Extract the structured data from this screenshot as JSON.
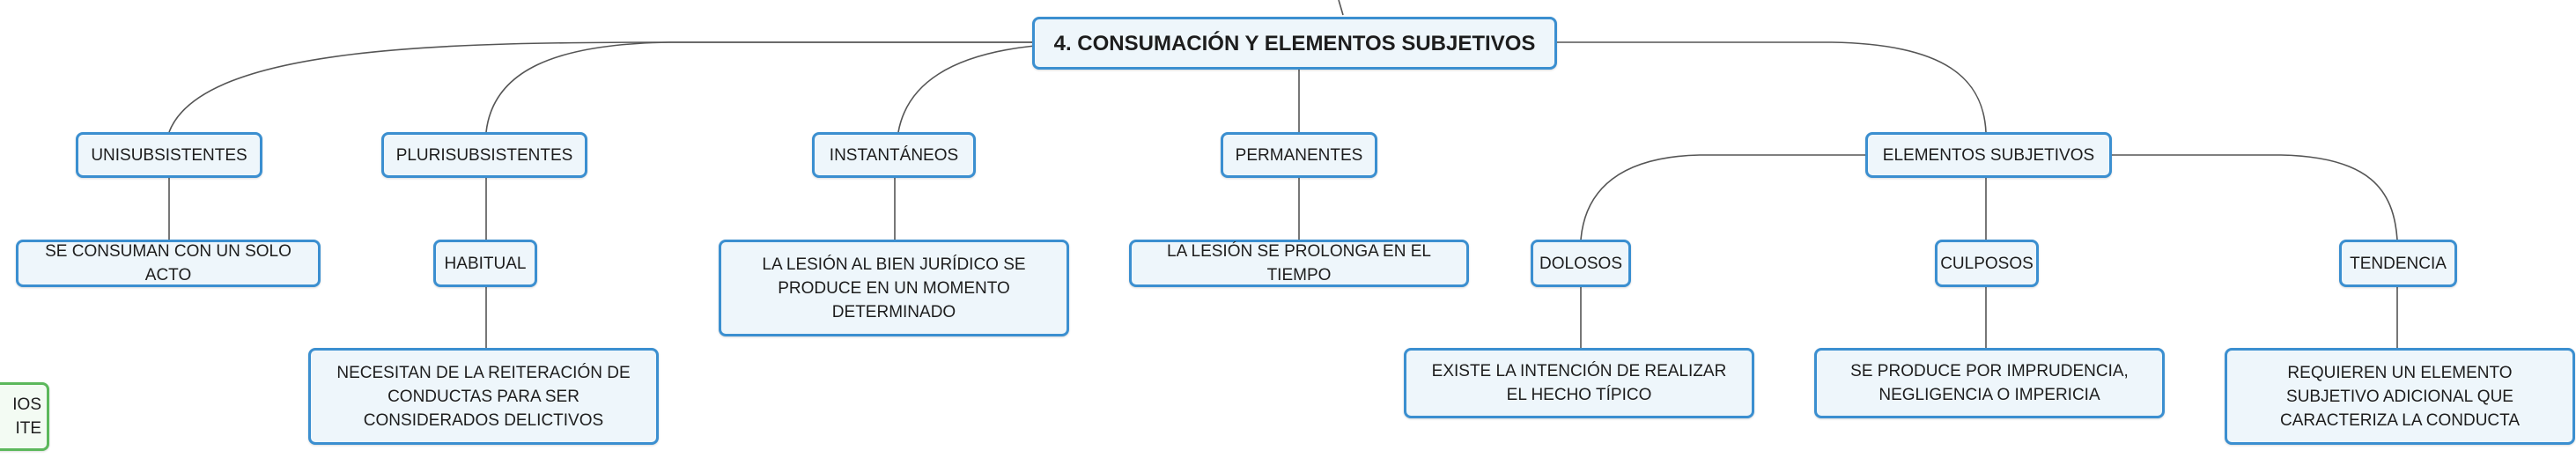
{
  "root": {
    "label": "4. CONSUMACIÓN Y ELEMENTOS SUBJETIVOS"
  },
  "nodes": {
    "unisubsistentes": "UNISUBSISTENTES",
    "unisubsistentes_desc": "SE CONSUMAN CON UN SOLO ACTO",
    "plurisubsistentes": "PLURISUBSISTENTES",
    "habitual": "HABITUAL",
    "habitual_desc": "NECESITAN DE LA REITERACIÓN DE CONDUCTAS PARA SER CONSIDERADOS DELICTIVOS",
    "instantaneos": "INSTANTÁNEOS",
    "instantaneos_desc": "LA LESIÓN AL BIEN JURÍDICO SE PRODUCE EN UN MOMENTO DETERMINADO",
    "permanentes": "PERMANENTES",
    "permanentes_desc": "LA LESIÓN SE PROLONGA EN EL TIEMPO",
    "elementos_subjetivos": "ELEMENTOS SUBJETIVOS",
    "dolosos": "DOLOSOS",
    "dolosos_desc": "EXISTE LA INTENCIÓN DE REALIZAR EL HECHO TÍPICO",
    "culposos": "CULPOSOS",
    "culposos_desc": "SE PRODUCE POR IMPRUDENCIA, NEGLIGENCIA O IMPERICIA",
    "tendencia": "TENDENCIA",
    "tendencia_desc": "REQUIEREN UN ELEMENTO SUBJETIVO ADICIONAL QUE CARACTERIZA LA CONDUCTA",
    "cut_off_line1": "IOS",
    "cut_off_line2": "ITE"
  },
  "colors": {
    "node_border": "#3b8fd0",
    "node_fill": "#eef6fb",
    "connector": "#555555",
    "partial_border": "#5cb85c"
  }
}
